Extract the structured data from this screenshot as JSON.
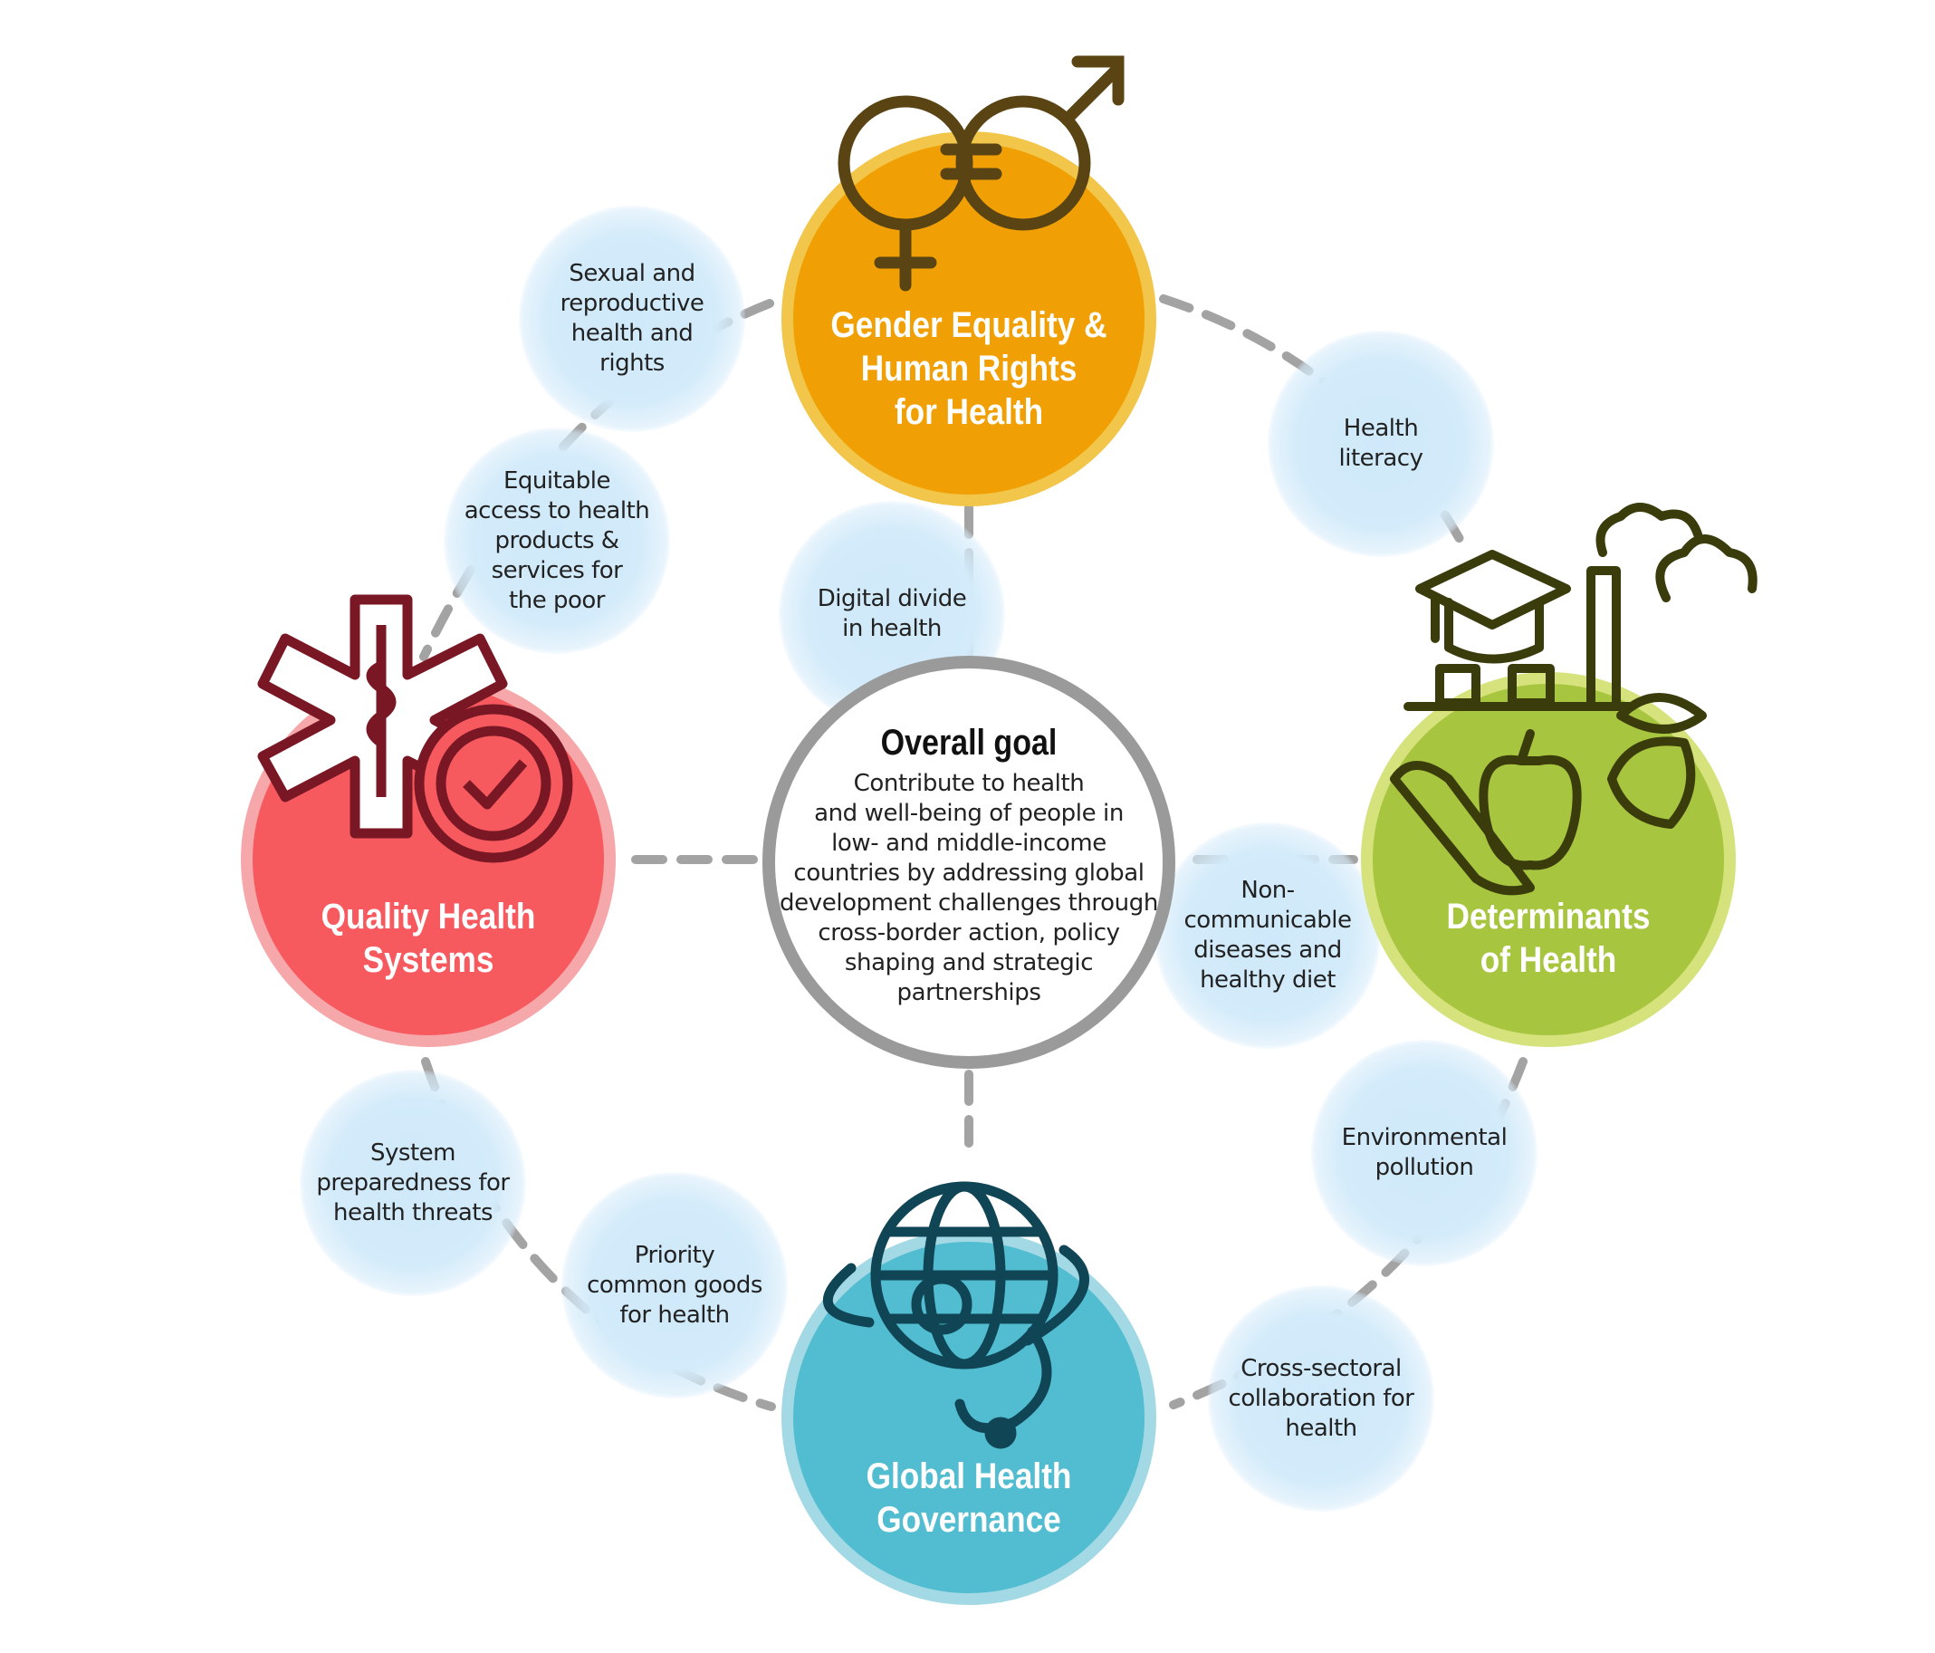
{
  "center": {
    "title": "Overall goal",
    "lines": [
      "Contribute to health",
      "and well-being of people in",
      "low- and middle-income",
      "countries by addressing global",
      "development challenges through",
      "cross-border action, policy",
      "shaping and strategic",
      "partnerships"
    ]
  },
  "pillars": [
    {
      "lines": [
        "Gender Equality &",
        "Human Rights",
        "for Health"
      ],
      "color": "#f0a004",
      "ring": "#f2c64a",
      "icon": "gender-equality-icon"
    },
    {
      "lines": [
        "Quality Health",
        "Systems"
      ],
      "color": "#f65a5f",
      "ring": "#f6a7aa",
      "icon": "star-of-life-badge-icon"
    },
    {
      "lines": [
        "Determinants",
        "of Health"
      ],
      "color": "#a8c540",
      "ring": "#d6e27c",
      "icon": "education-industry-food-icon"
    },
    {
      "lines": [
        "Global Health",
        "Governance"
      ],
      "color": "#52bcd0",
      "ring": "#a2d9e5",
      "icon": "globe-stethoscope-icon"
    }
  ],
  "topics": [
    {
      "lines": [
        "Sexual and",
        "reproductive",
        "health and",
        "rights"
      ]
    },
    {
      "lines": [
        "Equitable",
        "access to health",
        "products &",
        "services for",
        "the poor"
      ]
    },
    {
      "lines": [
        "Digital divide",
        "in health"
      ]
    },
    {
      "lines": [
        "Health",
        "literacy"
      ]
    },
    {
      "lines": [
        "Non-",
        "communicable",
        "diseases and",
        "healthy diet"
      ]
    },
    {
      "lines": [
        "Environmental",
        "pollution"
      ]
    },
    {
      "lines": [
        "Cross-sectoral",
        "collaboration for",
        "health"
      ]
    },
    {
      "lines": [
        "Priority",
        "common goods",
        "for health"
      ]
    },
    {
      "lines": [
        "System",
        "preparedness for",
        "health threats"
      ]
    }
  ]
}
